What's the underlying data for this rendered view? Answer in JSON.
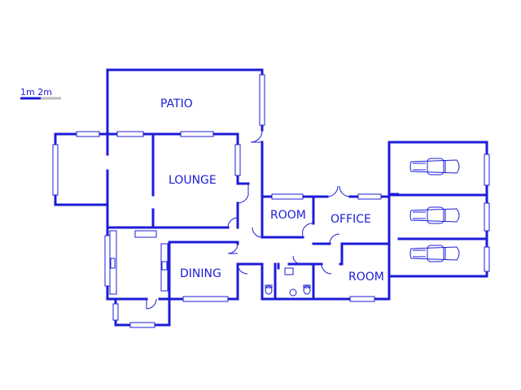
{
  "colors": {
    "line": "#1c1cd8",
    "background": "#ffffff",
    "scale_gray": "#bbbbbb"
  },
  "scale": {
    "label": "1m 2m"
  },
  "rooms": {
    "patio": "PATIO",
    "lounge": "LOUNGE",
    "room_1": "ROOM",
    "office": "OFFICE",
    "dining": "DINING",
    "room_2": "ROOM"
  },
  "icons": [
    "car-icon",
    "car-icon",
    "car-icon",
    "toilet-icon",
    "toilet-icon",
    "sink-icon",
    "kitchen-counter-icon"
  ]
}
